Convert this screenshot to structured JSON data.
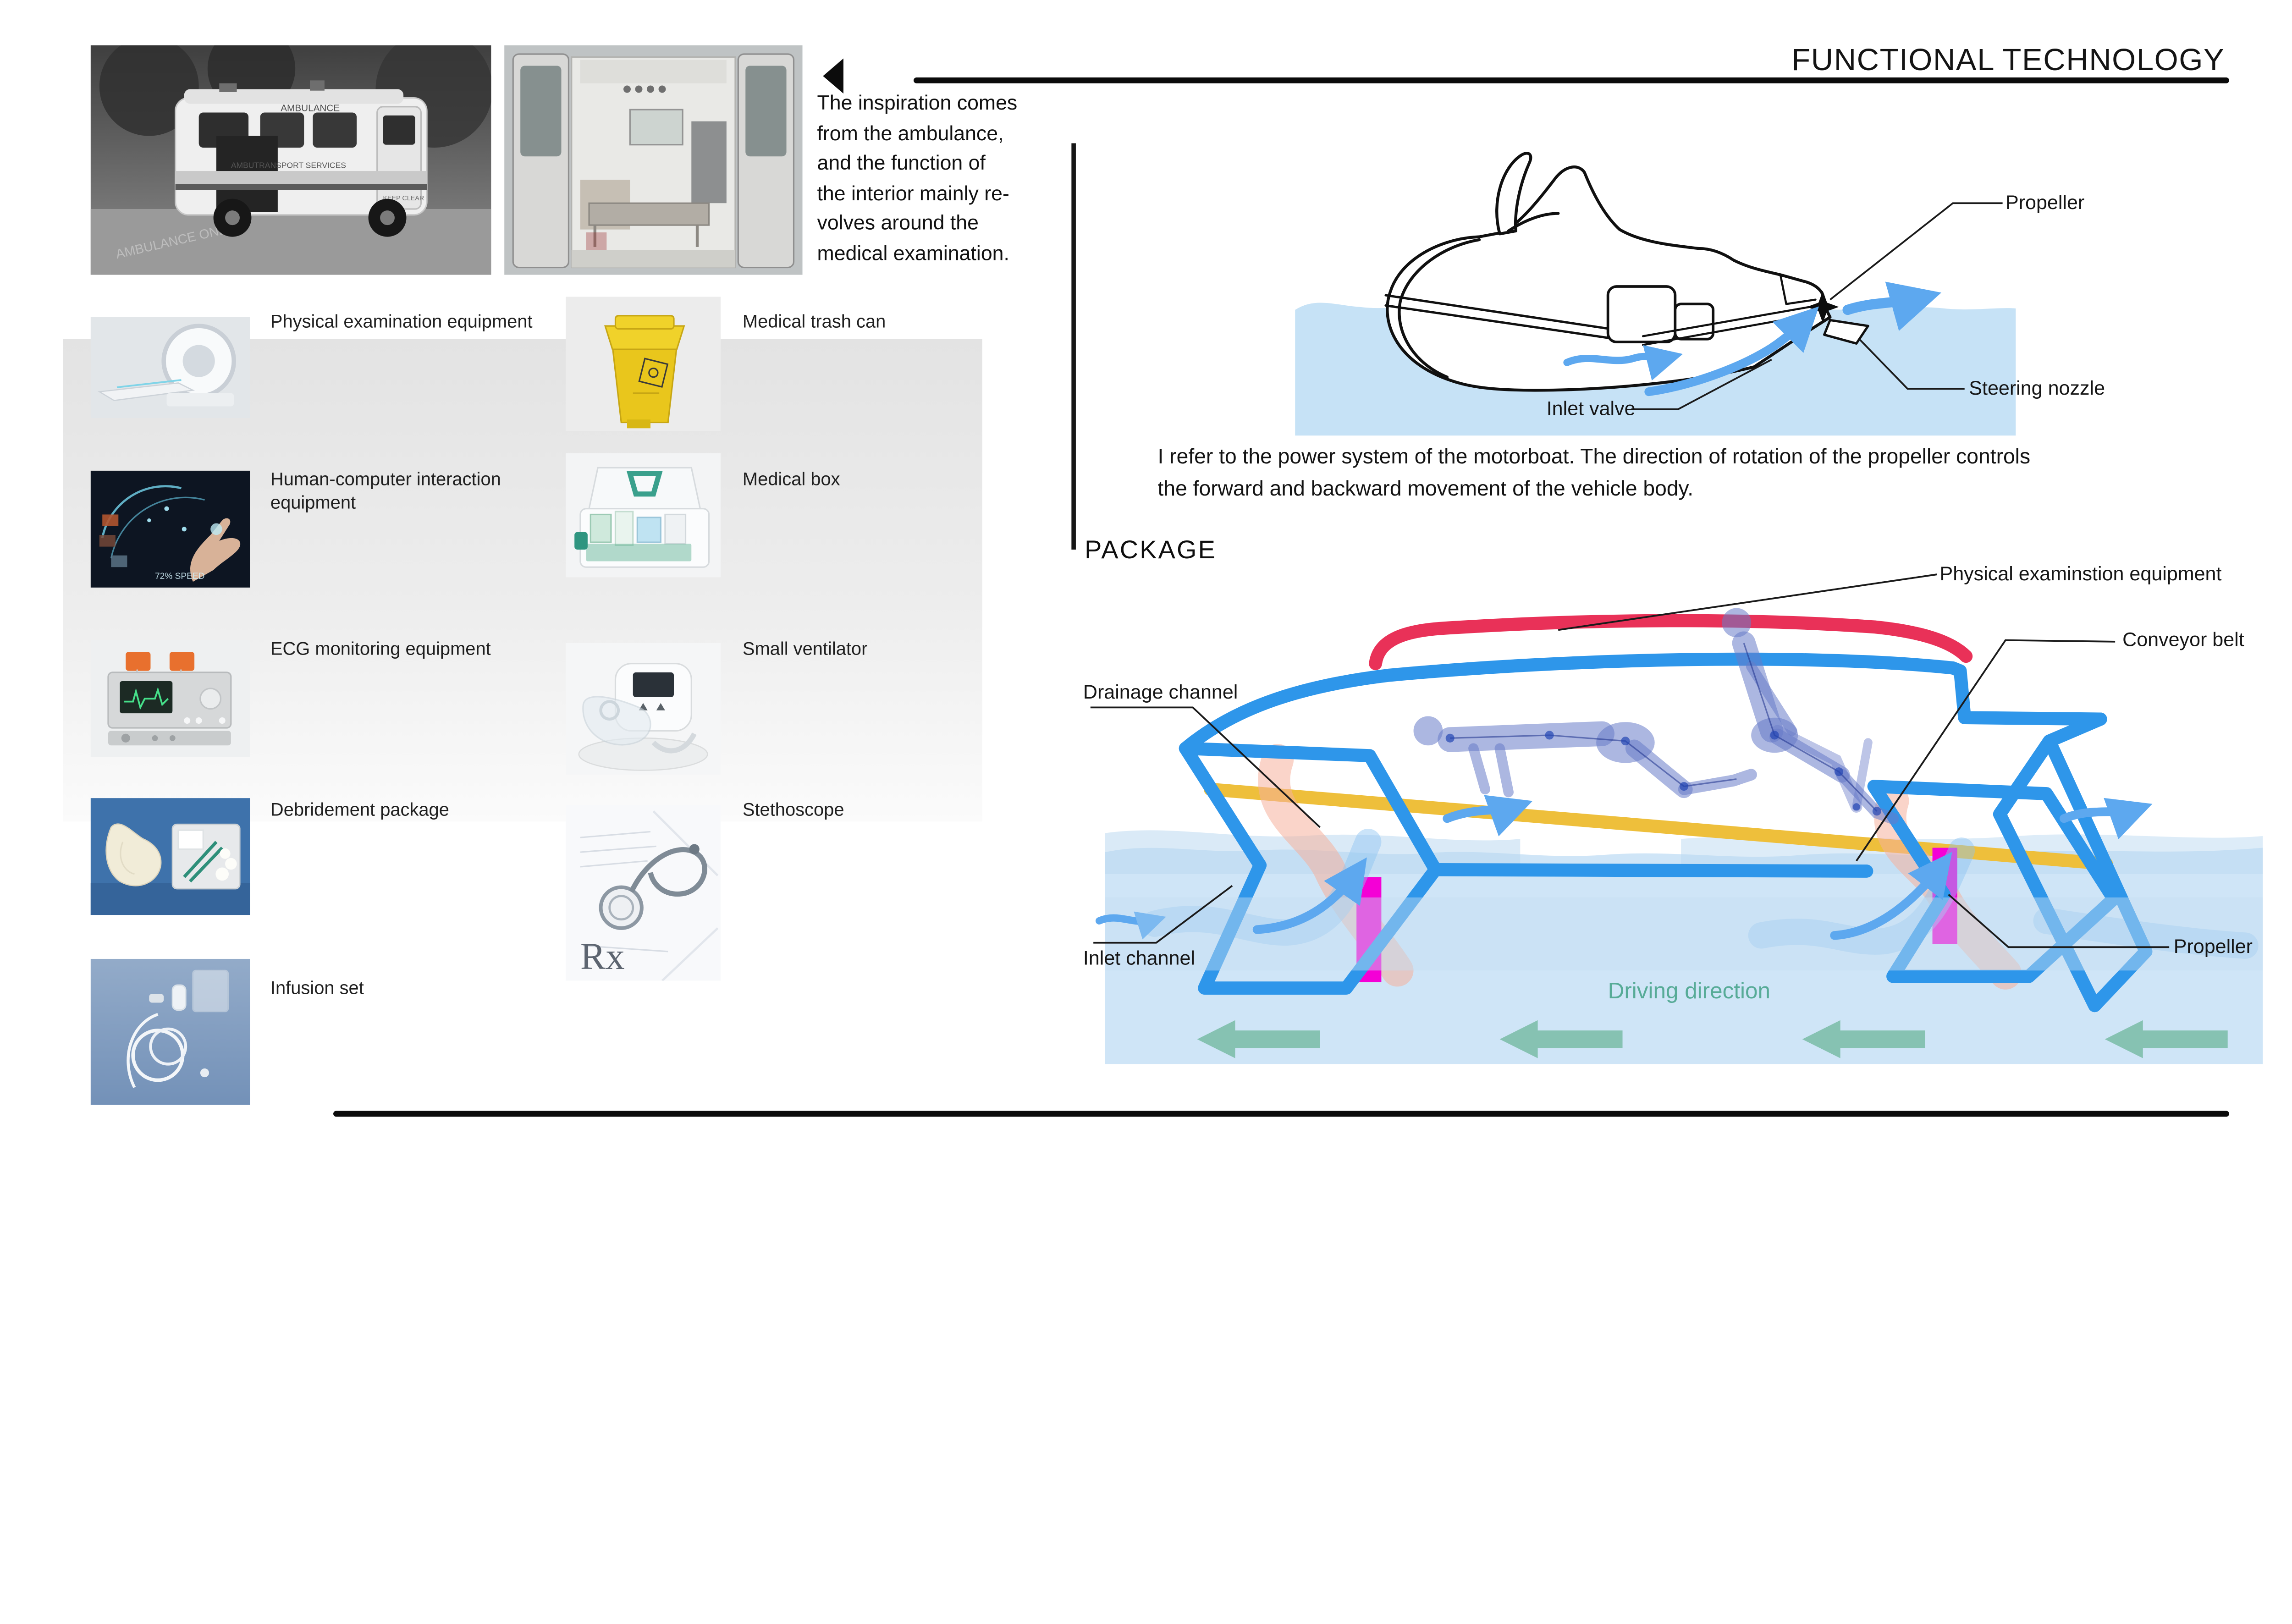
{
  "page": {
    "title": "FUNCTIONAL TECHNOLOGY"
  },
  "intro": {
    "text": "The inspiration comes\nfrom the ambulance,\nand the function of\nthe interior mainly re-\nvolves around the\nmedical examination.",
    "photo_exterior": {
      "roof_text": "AMBULANCE",
      "side_text": "AMBUTRANSPORT SERVICES",
      "rear_text": "KEEP CLEAR",
      "road_text": "AMBULANCE ONLY"
    },
    "photo_interior": {}
  },
  "equipment": {
    "items": [
      {
        "label": "Physical examination equipment"
      },
      {
        "label": "Medical trash can"
      },
      {
        "label": "Human-computer interaction\nequipment"
      },
      {
        "label": "Medical box"
      },
      {
        "label": "ECG monitoring equipment"
      },
      {
        "label": "Small ventilator"
      },
      {
        "label": "Debridement package"
      },
      {
        "label": "Stethoscope",
        "photo_text": "Rx"
      },
      {
        "label": "Infusion set"
      }
    ],
    "hci_photo_text": "72%  SPEED"
  },
  "jetski": {
    "caption": "I refer to the power system of the motorboat. The direction of rotation of the propeller controls\nthe forward and backward movement of the vehicle body.",
    "labels": {
      "propeller": "Propeller",
      "inlet_valve": "Inlet valve",
      "steering_nozzle": "Steering nozzle"
    }
  },
  "package": {
    "heading": "PACKAGE",
    "labels": {
      "physical": "Physical examinstion equipment",
      "conveyor": "Conveyor belt",
      "drainage": "Drainage channel",
      "inlet": "Inlet channel",
      "propeller": "Propeller",
      "driving": "Driving direction"
    }
  },
  "colors": {
    "outline_blue": "#2e96ea",
    "water": "#cfe5f7",
    "water_jetski": "#c6e2f6",
    "belt_yellow": "#eebf3b",
    "canopy_red": "#e93158",
    "propeller_magenta": "#f400d6",
    "channel_pink": "#f6b09c",
    "flow_blue": "#5da8ef",
    "arrow_teal": "#86c2b2",
    "teal_text": "#57ab97"
  }
}
